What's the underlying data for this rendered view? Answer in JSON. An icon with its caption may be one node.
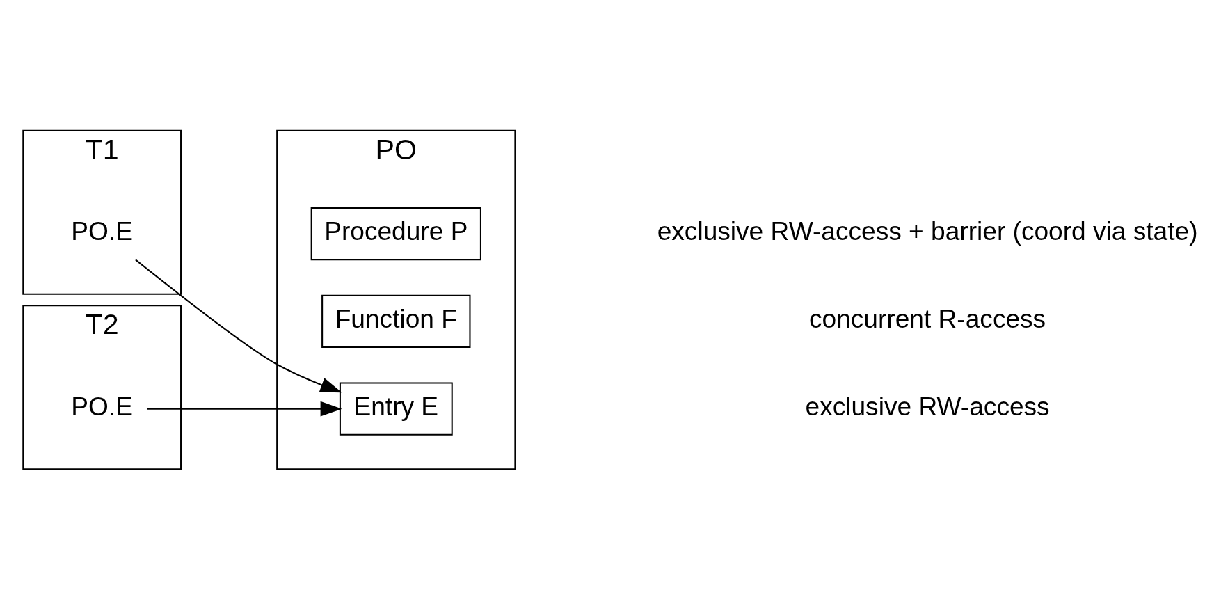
{
  "diagram": {
    "nodes": [
      {
        "text": [
          "T1"
        ]
      },
      {
        "text": [
          "PO.E"
        ],
        "in": 0
      },
      {
        "text": [
          "T2"
        ]
      },
      {
        "text": [
          "PO.E"
        ],
        "in": 2
      },
      {
        "text": [
          "PO"
        ]
      },
      {
        "text": [
          "Entry E"
        ],
        "in": 4
      },
      {
        "text": [
          "Function F"
        ],
        "in": 4
      },
      {
        "text": [
          "Procedure P"
        ],
        "in": 4
      }
    ],
    "edges": [
      {
        "from": 1,
        "to": 5,
        "arrow": "to"
      },
      {
        "from": 3,
        "to": 5,
        "arrow": "to"
      }
    ],
    "labels": [
      "exclusive RW-access + barrier (coord via state)",
      "concurrent R-access",
      "exclusive RW-access"
    ]
  }
}
